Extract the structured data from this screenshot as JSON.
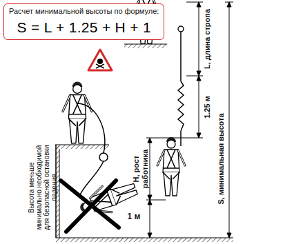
{
  "diagram": {
    "nodes": [
      {
        "text": [
          "Расчет минимальной высоты по формуле:",
          "S = L + 1.25 + H + 1"
        ]
      }
    ],
    "labels": [
      "Высота меньше минимально необходимой для безопасной остановки падения",
      "L, длина стропа",
      "1.25 м",
      "H, рост работника",
      "S, минимальная высота",
      "1 м"
    ]
  }
}
